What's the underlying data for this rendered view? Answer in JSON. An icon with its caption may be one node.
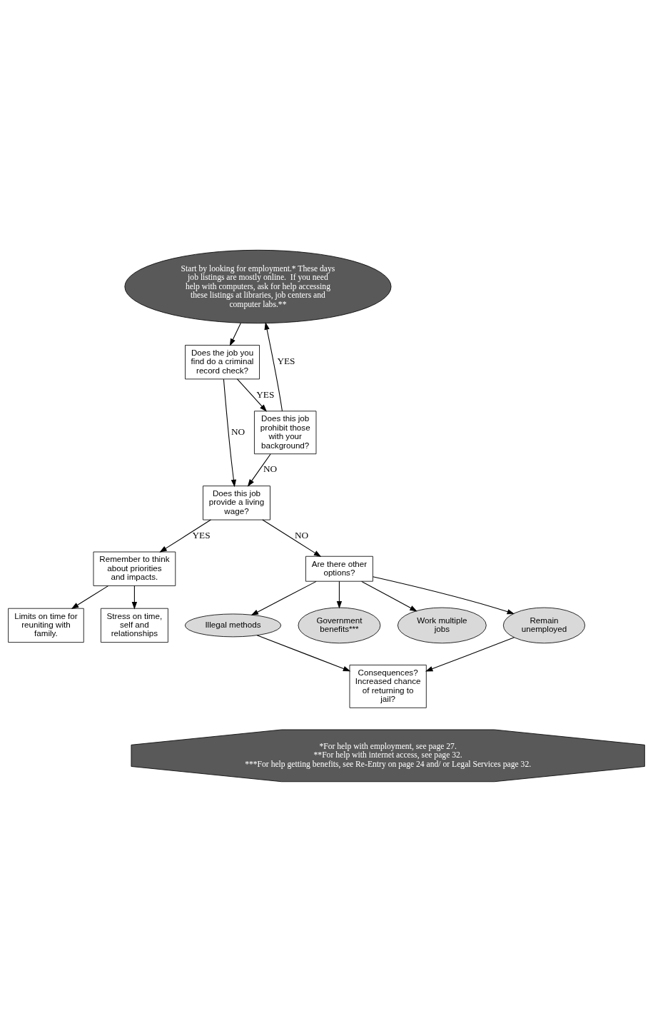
{
  "diagram": {
    "nodes": [
      {
        "text": [
          "Start by looking for employment.* These days job listings are mostly online.  If you need help with computers, ask for help accessing these listings at libraries, job centers and computer labs.**"
        ]
      },
      {
        "text": [
          "Does the job you find do a criminal record check?"
        ]
      },
      {
        "text": [
          "Does this job prohibit those with your background?"
        ]
      },
      {
        "text": [
          "Does this job provide a living wage?"
        ]
      },
      {
        "text": [
          "Remember to think about priorities and impacts."
        ]
      },
      {
        "text": [
          "Are there other options?"
        ]
      },
      {
        "text": [
          "Limits on time for reuniting with family."
        ]
      },
      {
        "text": [
          "Work multiple jobs"
        ]
      },
      {
        "text": [
          "Remain unemployed"
        ]
      },
      {
        "text": [
          "Illegal methods"
        ]
      },
      {
        "text": [
          "Stress on time, self and relationships"
        ]
      },
      {
        "text": [
          "Consequences? Increased chance of returning to jail?"
        ]
      },
      {
        "text": [
          "Government benefits***"
        ]
      },
      {
        "text": [
          "*For help with employment, see page 27.",
          "**For help with internet access, see page 32.",
          "***For help getting benefits, see Re-Entry on page 24 and/ or Legal Services page 32."
        ]
      }
    ],
    "edges": [
      {
        "from": 0,
        "to": 1,
        "arrow": "to"
      },
      {
        "from": 1,
        "to": 2,
        "arrow": "to",
        "label": "YES"
      },
      {
        "from": 2,
        "to": 0,
        "arrow": "to",
        "label": "YES"
      },
      {
        "from": 1,
        "to": 3,
        "arrow": "to",
        "label": "NO"
      },
      {
        "from": 2,
        "to": 3,
        "arrow": "to",
        "label": "NO"
      },
      {
        "from": 3,
        "to": 4,
        "arrow": "to",
        "label": "YES"
      },
      {
        "from": 3,
        "to": 5,
        "arrow": "to",
        "label": "NO"
      },
      {
        "from": 4,
        "to": 6,
        "arrow": "to"
      },
      {
        "from": 4,
        "to": 10,
        "arrow": "to"
      },
      {
        "from": 5,
        "to": 7,
        "arrow": "to"
      },
      {
        "from": 5,
        "to": 8,
        "arrow": "to"
      },
      {
        "from": 5,
        "to": 9,
        "arrow": "to"
      },
      {
        "from": 5,
        "to": 12,
        "arrow": "to"
      },
      {
        "from": 8,
        "to": 11,
        "arrow": "to"
      },
      {
        "from": 9,
        "to": 11,
        "arrow": "to"
      }
    ]
  }
}
